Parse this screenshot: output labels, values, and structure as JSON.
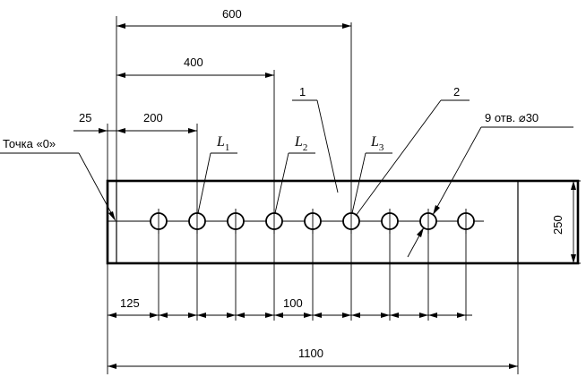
{
  "labels": {
    "origin": "Точка «0»",
    "part1": "1",
    "part2": "2",
    "holes_note": "9 отв. ⌀30",
    "L_letter": "L",
    "L1_sub": "1",
    "L2_sub": "2",
    "L3_sub": "3"
  },
  "dimensions": {
    "d600": "600",
    "d400": "400",
    "d200": "200",
    "d25": "25",
    "d125": "125",
    "d100": "100",
    "d1100": "1100",
    "d250": "250"
  }
}
